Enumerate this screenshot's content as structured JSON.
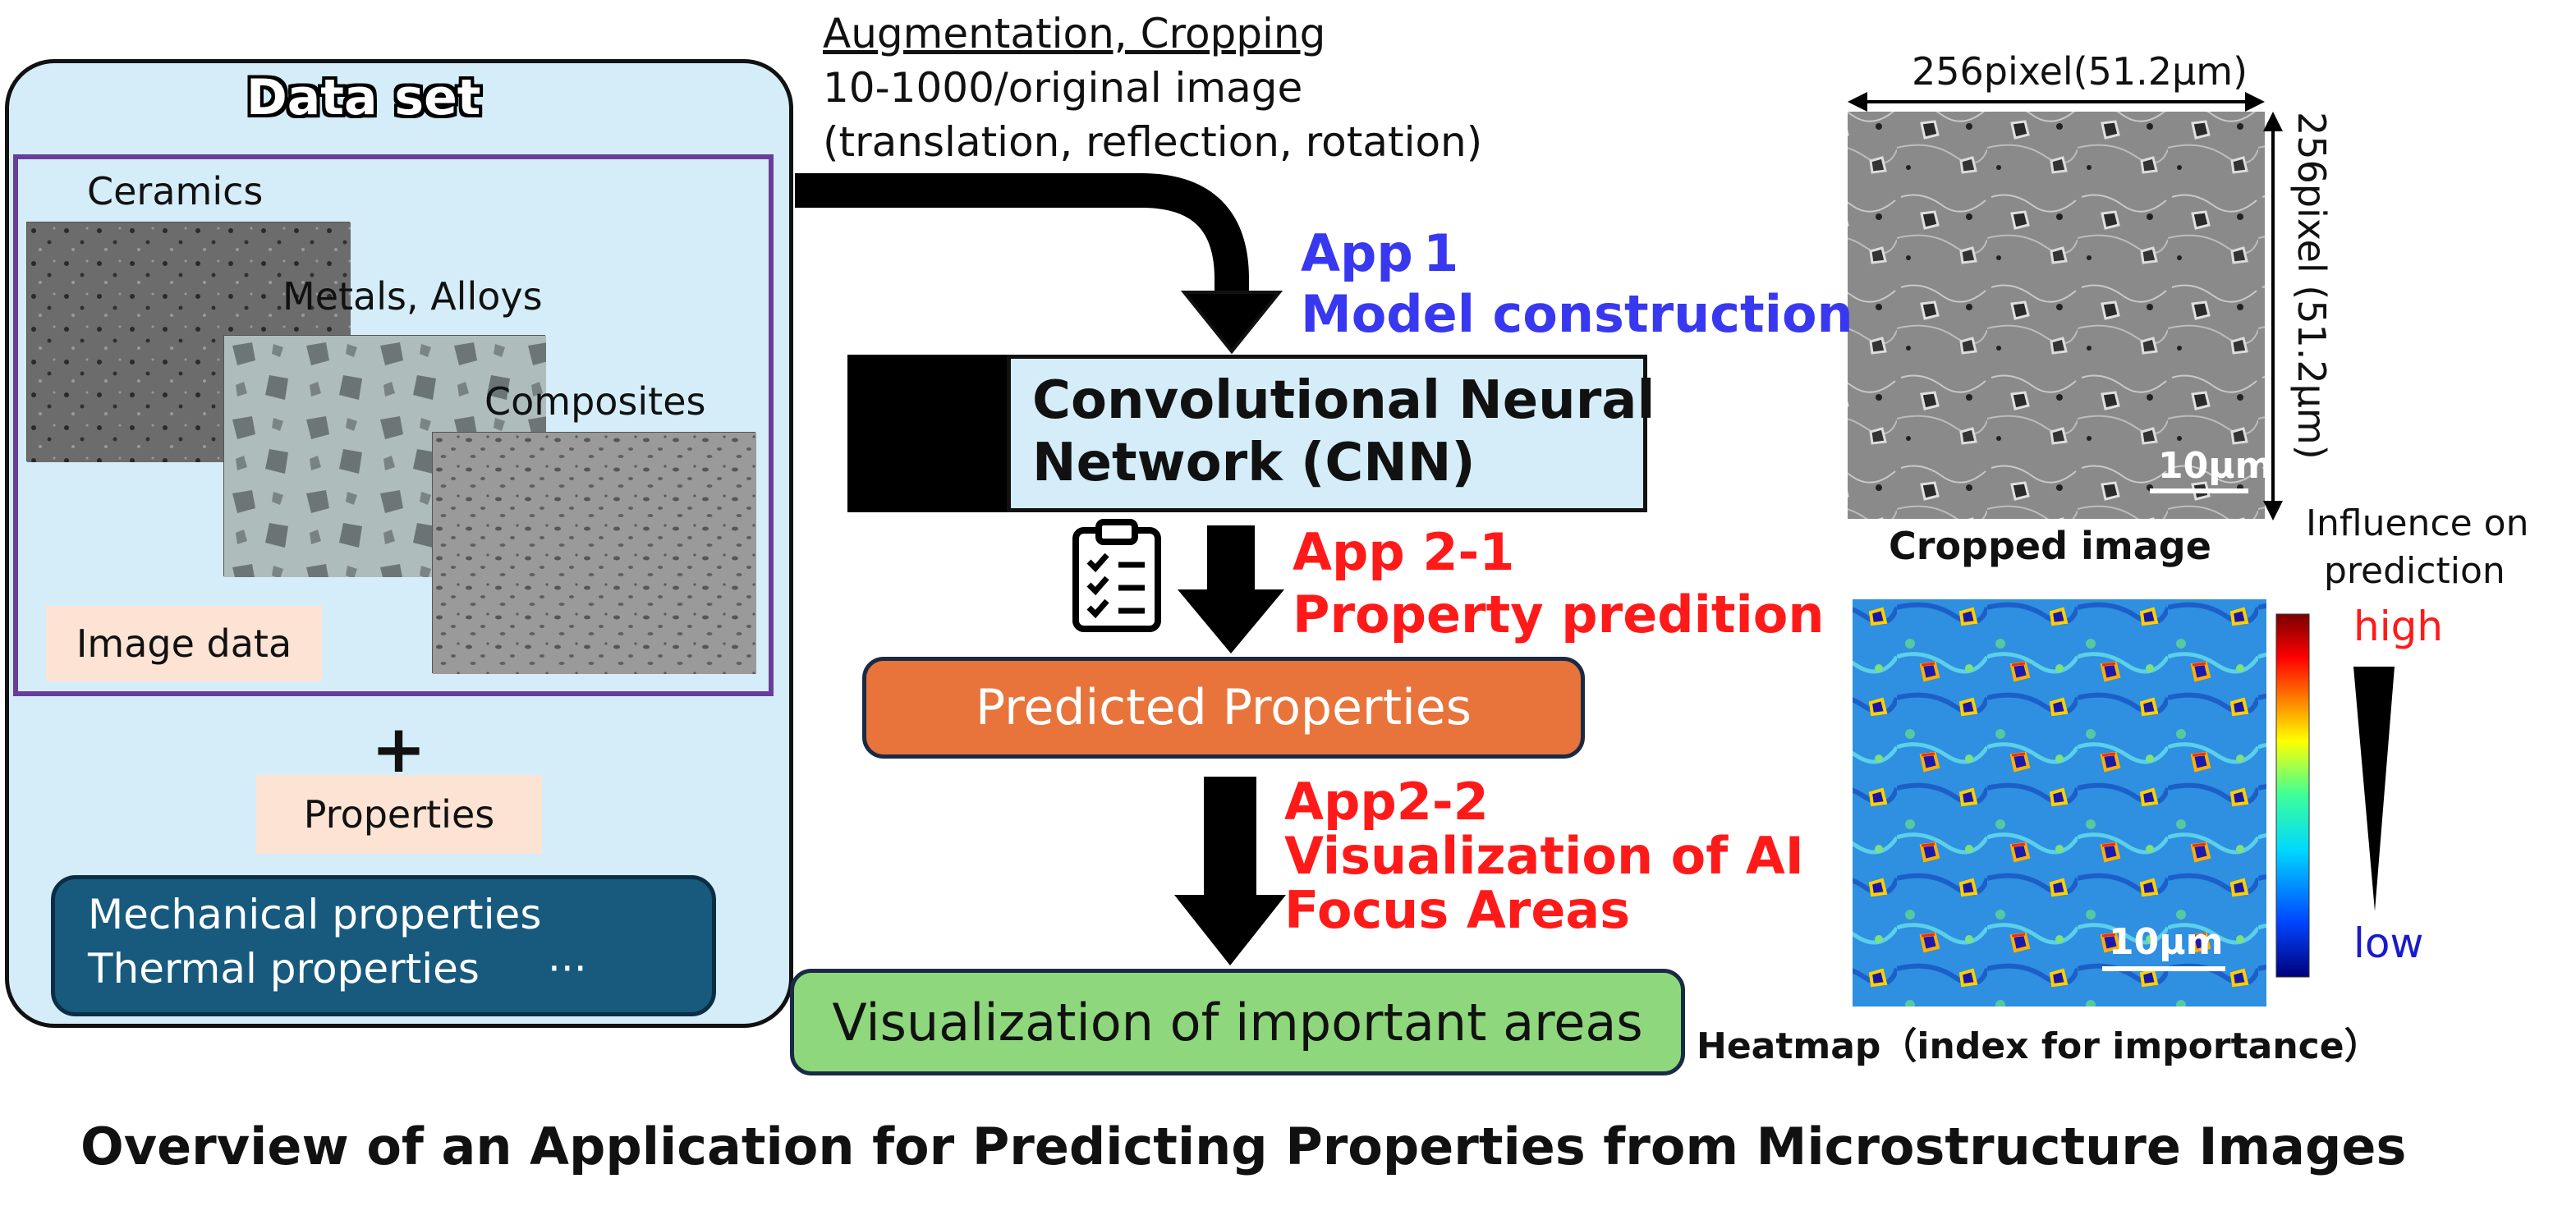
{
  "augmentation": {
    "line1": "Augmentation, Cropping",
    "line2": "10-1000/original image",
    "line3": "(translation, reflection, rotation)"
  },
  "dataset": {
    "title": "Data set",
    "samples": [
      {
        "label": "Ceramics"
      },
      {
        "label": "Metals, Alloys"
      },
      {
        "label": "Composites"
      }
    ],
    "image_data_label": "Image data",
    "plus": "+",
    "properties_label": "Properties",
    "property_items": [
      "Mechanical properties",
      "Thermal properties",
      "···"
    ]
  },
  "app1": {
    "line1": "App 1",
    "line2": "Model construction",
    "color": "#3838f0"
  },
  "cnn": {
    "line1": "Convolutional Neural",
    "line2": "Network (CNN)"
  },
  "app21": {
    "line1": "App 2-1",
    "line2": "Property predition",
    "color": "#ff1a1a"
  },
  "predicted_label": "Predicted Properties",
  "app22": {
    "line1": "App2-2",
    "line2": "Visualization of AI",
    "line3": "Focus Areas",
    "color": "#ff1a1a"
  },
  "visualization_label": "Visualization of important areas",
  "cropped": {
    "width_label": "256pixel(51.2μm)",
    "height_label": "256pixel (51.2μm)",
    "scale_label": "10μm",
    "caption": "Cropped image"
  },
  "heatmap": {
    "scale_label": "10μm",
    "caption": "Heatmap（index for importance）",
    "influence_line1": "Influence on",
    "influence_line2": "prediction",
    "high": "high",
    "low": "low"
  },
  "footer_title": "Overview of an Application for Predicting Properties from Microstructure Images"
}
